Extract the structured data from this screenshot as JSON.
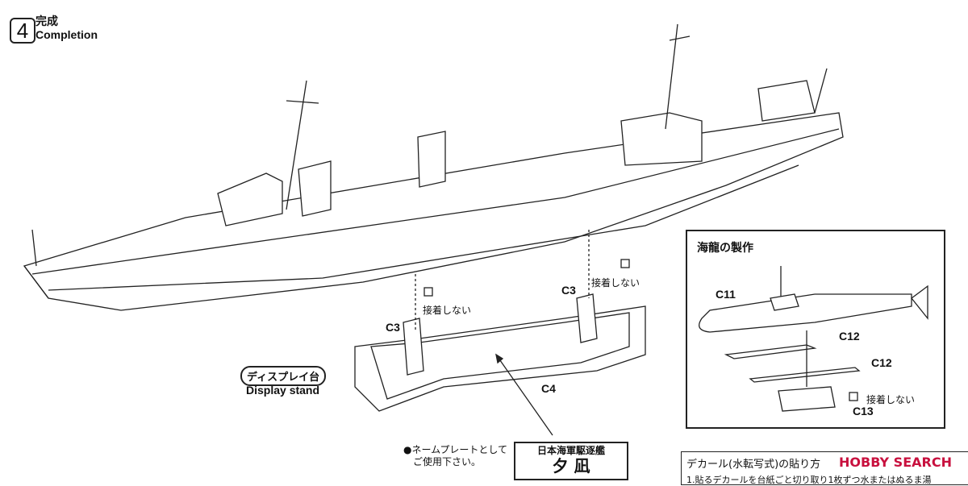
{
  "step": {
    "number": "4",
    "title_jp": "完成",
    "title_en": "Completion"
  },
  "labels": {
    "no_glue": "接着しない",
    "c3": "C3",
    "c4": "C4",
    "display_stand_jp": "ディスプレイ台",
    "display_stand_en": "Display stand"
  },
  "inset": {
    "title": "海龍の製作",
    "c11": "C11",
    "c12a": "C12",
    "c12b": "C12",
    "c13": "C13",
    "no_glue": "接着しない"
  },
  "nameplate": {
    "note_line1": "●ネームプレートとして",
    "note_line2": "ご使用下さい。",
    "plate_line1": "日本海軍駆逐艦",
    "plate_line2": "夕 凪"
  },
  "decal": {
    "title": "デカール(水転写式)の貼り方",
    "line1": "1.貼るデカールを台紙ごと切り取り1枚ずつ水またはぬるま湯",
    "watermark": "HOBBY SEARCH"
  }
}
